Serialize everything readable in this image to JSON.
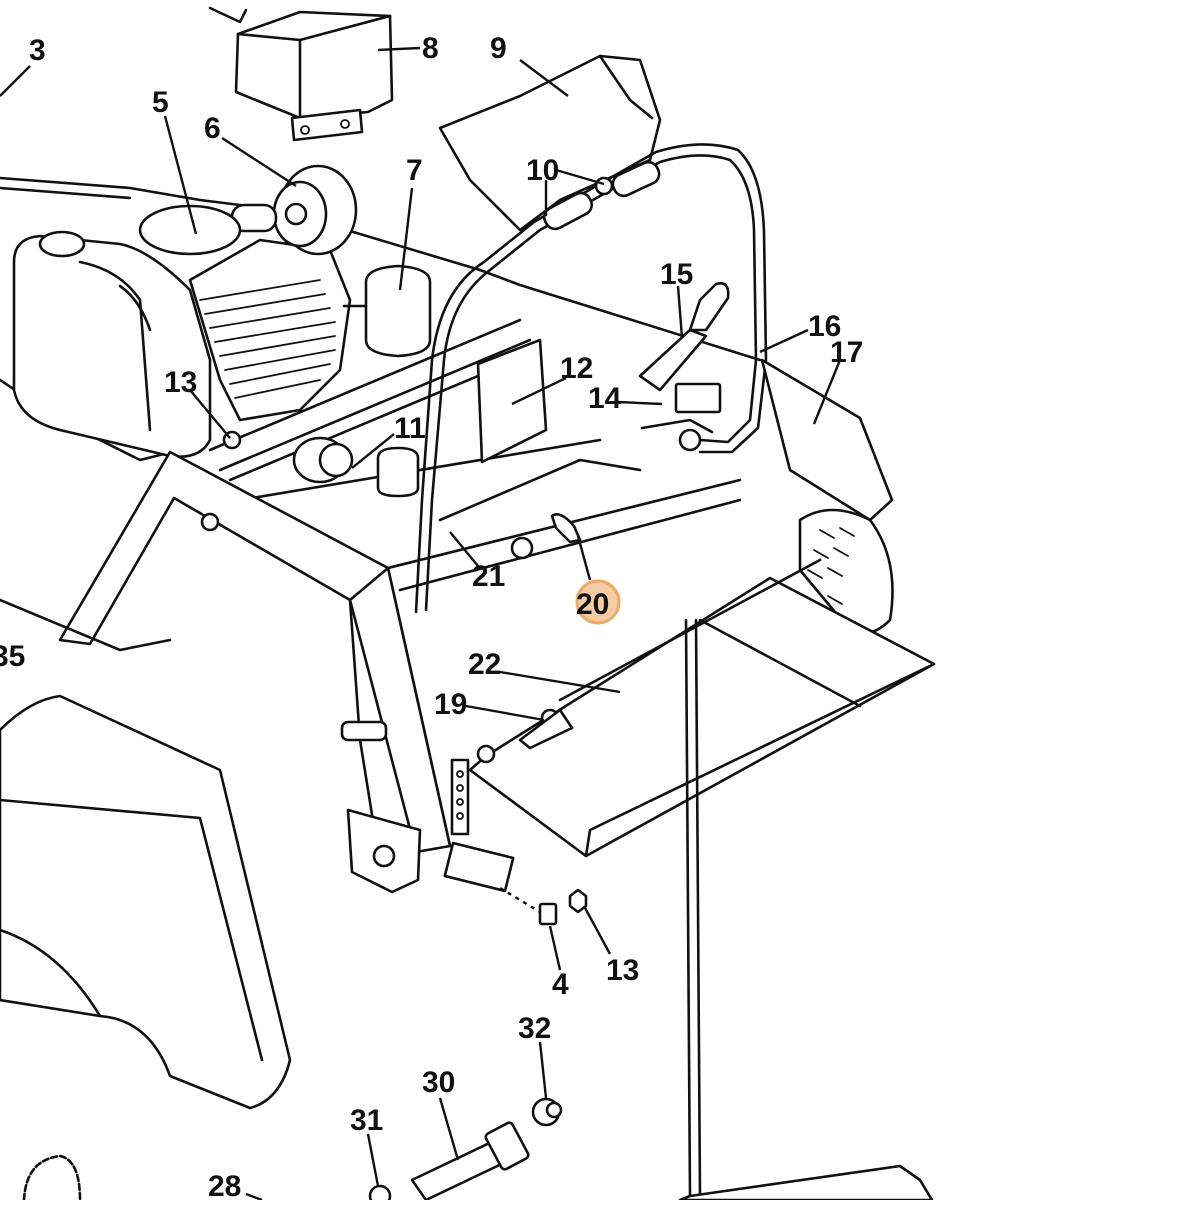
{
  "diagram": {
    "callouts": [
      {
        "id": "c3",
        "label": "3"
      },
      {
        "id": "c8",
        "label": "8"
      },
      {
        "id": "c9",
        "label": "9"
      },
      {
        "id": "c5",
        "label": "5"
      },
      {
        "id": "c6",
        "label": "6"
      },
      {
        "id": "c7",
        "label": "7"
      },
      {
        "id": "c10",
        "label": "10"
      },
      {
        "id": "c15",
        "label": "15"
      },
      {
        "id": "c16",
        "label": "16"
      },
      {
        "id": "c17",
        "label": "17"
      },
      {
        "id": "c12",
        "label": "12"
      },
      {
        "id": "c13a",
        "label": "13"
      },
      {
        "id": "c14",
        "label": "14"
      },
      {
        "id": "c11",
        "label": "11"
      },
      {
        "id": "c21",
        "label": "21"
      },
      {
        "id": "c20",
        "label": "20",
        "highlighted": true
      },
      {
        "id": "c35",
        "label": "35"
      },
      {
        "id": "c22",
        "label": "22"
      },
      {
        "id": "c19",
        "label": "19"
      },
      {
        "id": "c4",
        "label": "4"
      },
      {
        "id": "c13b",
        "label": "13"
      },
      {
        "id": "c32",
        "label": "32"
      },
      {
        "id": "c30",
        "label": "30"
      },
      {
        "id": "c31",
        "label": "31"
      },
      {
        "id": "c28",
        "label": "28"
      }
    ],
    "highlight_color": "#e8a25c"
  }
}
